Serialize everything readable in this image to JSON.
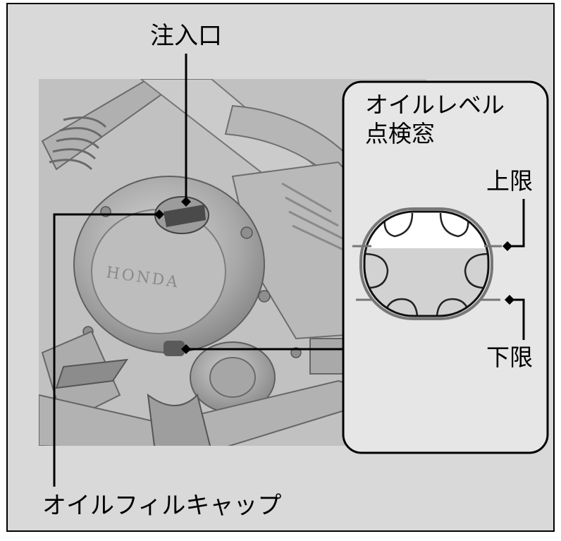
{
  "labels": {
    "filler_port": "注入口",
    "inspection_window": {
      "line1": "オイルレベル",
      "line2": "点検窓"
    },
    "upper_limit": "上限",
    "lower_limit": "下限",
    "oil_filler_cap": "オイルフィルキャップ"
  },
  "engine_badge": "HONDA",
  "colors": {
    "panel_bg": "#d9d9d9",
    "photo_bg": "#c4c4c4",
    "line": "#000000",
    "inset_bg": "#e6e6e6",
    "oil": "#d2d2d2"
  }
}
